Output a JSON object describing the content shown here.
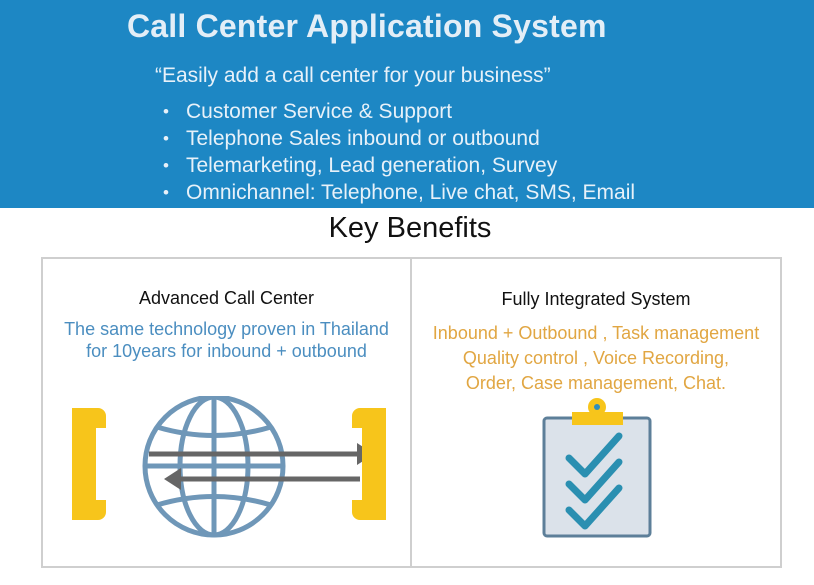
{
  "banner": {
    "title": "Call Center Application System",
    "tagline": "“Easily add a call center for your business”",
    "items": [
      "Customer Service & Support",
      "Telephone Sales inbound or outbound",
      "Telemarketing, Lead generation, Survey",
      "Omnichannel: Telephone, Live chat, SMS, Email"
    ]
  },
  "section": {
    "title": "Key Benefits"
  },
  "cards": {
    "left": {
      "title": "Advanced Call Center",
      "description": [
        "The same technology proven in Thailand",
        "for 10years for inbound + outbound"
      ],
      "icons": [
        "phone-icon",
        "globe-icon",
        "arrows-icon"
      ]
    },
    "right": {
      "title": "Fully Integrated System",
      "description": [
        "Inbound + Outbound , Task management",
        "Quality control , Voice Recording,",
        "Order, Case management, Chat."
      ],
      "icons": [
        "clipboard-checklist-icon"
      ]
    }
  },
  "colors": {
    "banner_background": "#1d87c4",
    "banner_text": "#e7f1f9",
    "accent_blue": "#4b8ec0",
    "accent_gold": "#e1a642",
    "phone_yellow": "#f7c51b",
    "globe_blue": "#6f97b8",
    "arrow_gray": "#666666"
  }
}
